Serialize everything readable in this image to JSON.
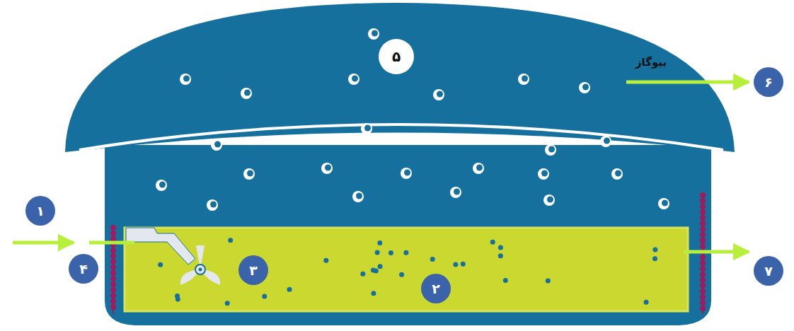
{
  "diagram": {
    "labels": [
      "۵",
      "بیوگاز",
      "۶",
      "۱",
      "۴",
      "۳",
      "۲",
      "۷"
    ]
  }
}
